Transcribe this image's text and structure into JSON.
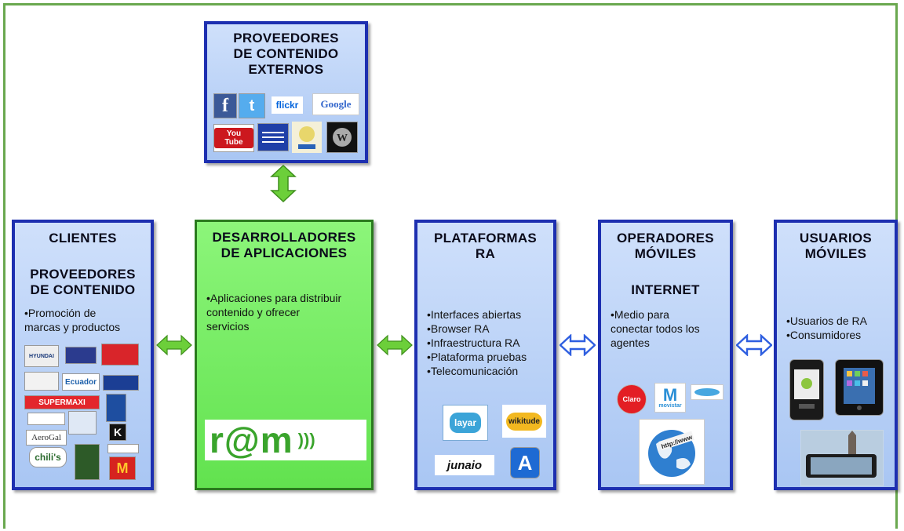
{
  "proveedores_externos": {
    "title_lines": [
      "PROVEEDORES",
      "DE CONTENIDO",
      "EXTERNOS"
    ],
    "logos": [
      "facebook",
      "twitter",
      "flickr",
      "Google",
      "YouTube",
      "delicious",
      "geonames",
      "wikipedia"
    ],
    "logo_text": {
      "flickr": "flickr",
      "google": "Google",
      "youtube": "You Tube"
    }
  },
  "clientes": {
    "title": "CLIENTES",
    "subtitle_lines": [
      "PROVEEDORES",
      "DE CONTENIDO"
    ],
    "items": [
      "•Promoción de",
      "marcas y productos"
    ],
    "logo_text": {
      "hyundai": "HYUNDAI",
      "supermaxi": "SUPERMAXI",
      "chilis": "chili's",
      "ecuador": "Ecuador",
      "aerogal": "AeroGal",
      "kfc": "K",
      "mcdonalds": "M"
    }
  },
  "desarrolladores": {
    "title_lines": [
      "DESARROLLADORES",
      "DE APLICACIONES"
    ],
    "items": [
      "•Aplicaciones para distribuir",
      "contenido y ofrecer",
      "servicios"
    ],
    "logo_text": "r@m",
    "logo_waves": ")))"
  },
  "plataformas": {
    "title_lines": [
      "PLATAFORMAS",
      "RA"
    ],
    "items": [
      "•Interfaces abiertas",
      "•Browser RA",
      "•Infraestructura RA",
      "•Plataforma pruebas",
      "•Telecomunicación"
    ],
    "logo_text": {
      "layar": "layar",
      "wikitude": "wikitude",
      "junaio": "junaio",
      "a": "A"
    }
  },
  "operadores": {
    "title_lines": [
      "OPERADORES",
      "MÓVILES"
    ],
    "subtitle": "INTERNET",
    "items": [
      "•Medio para",
      "conectar todos los",
      "agentes"
    ],
    "logo_text": {
      "claro": "Claro",
      "movistar": "movistar",
      "globe": "http://www"
    }
  },
  "usuarios": {
    "title_lines": [
      "USUARIOS",
      "MÓVILES"
    ],
    "items": [
      "•Usuarios de RA",
      "•Consumidores"
    ]
  },
  "colors": {
    "box_border": "#1d2fb0",
    "green_box": "#62e24f",
    "frame": "#6aa84f",
    "green_arrow": "#6ccf3a",
    "blue_arrow": "#2f5fe0"
  }
}
